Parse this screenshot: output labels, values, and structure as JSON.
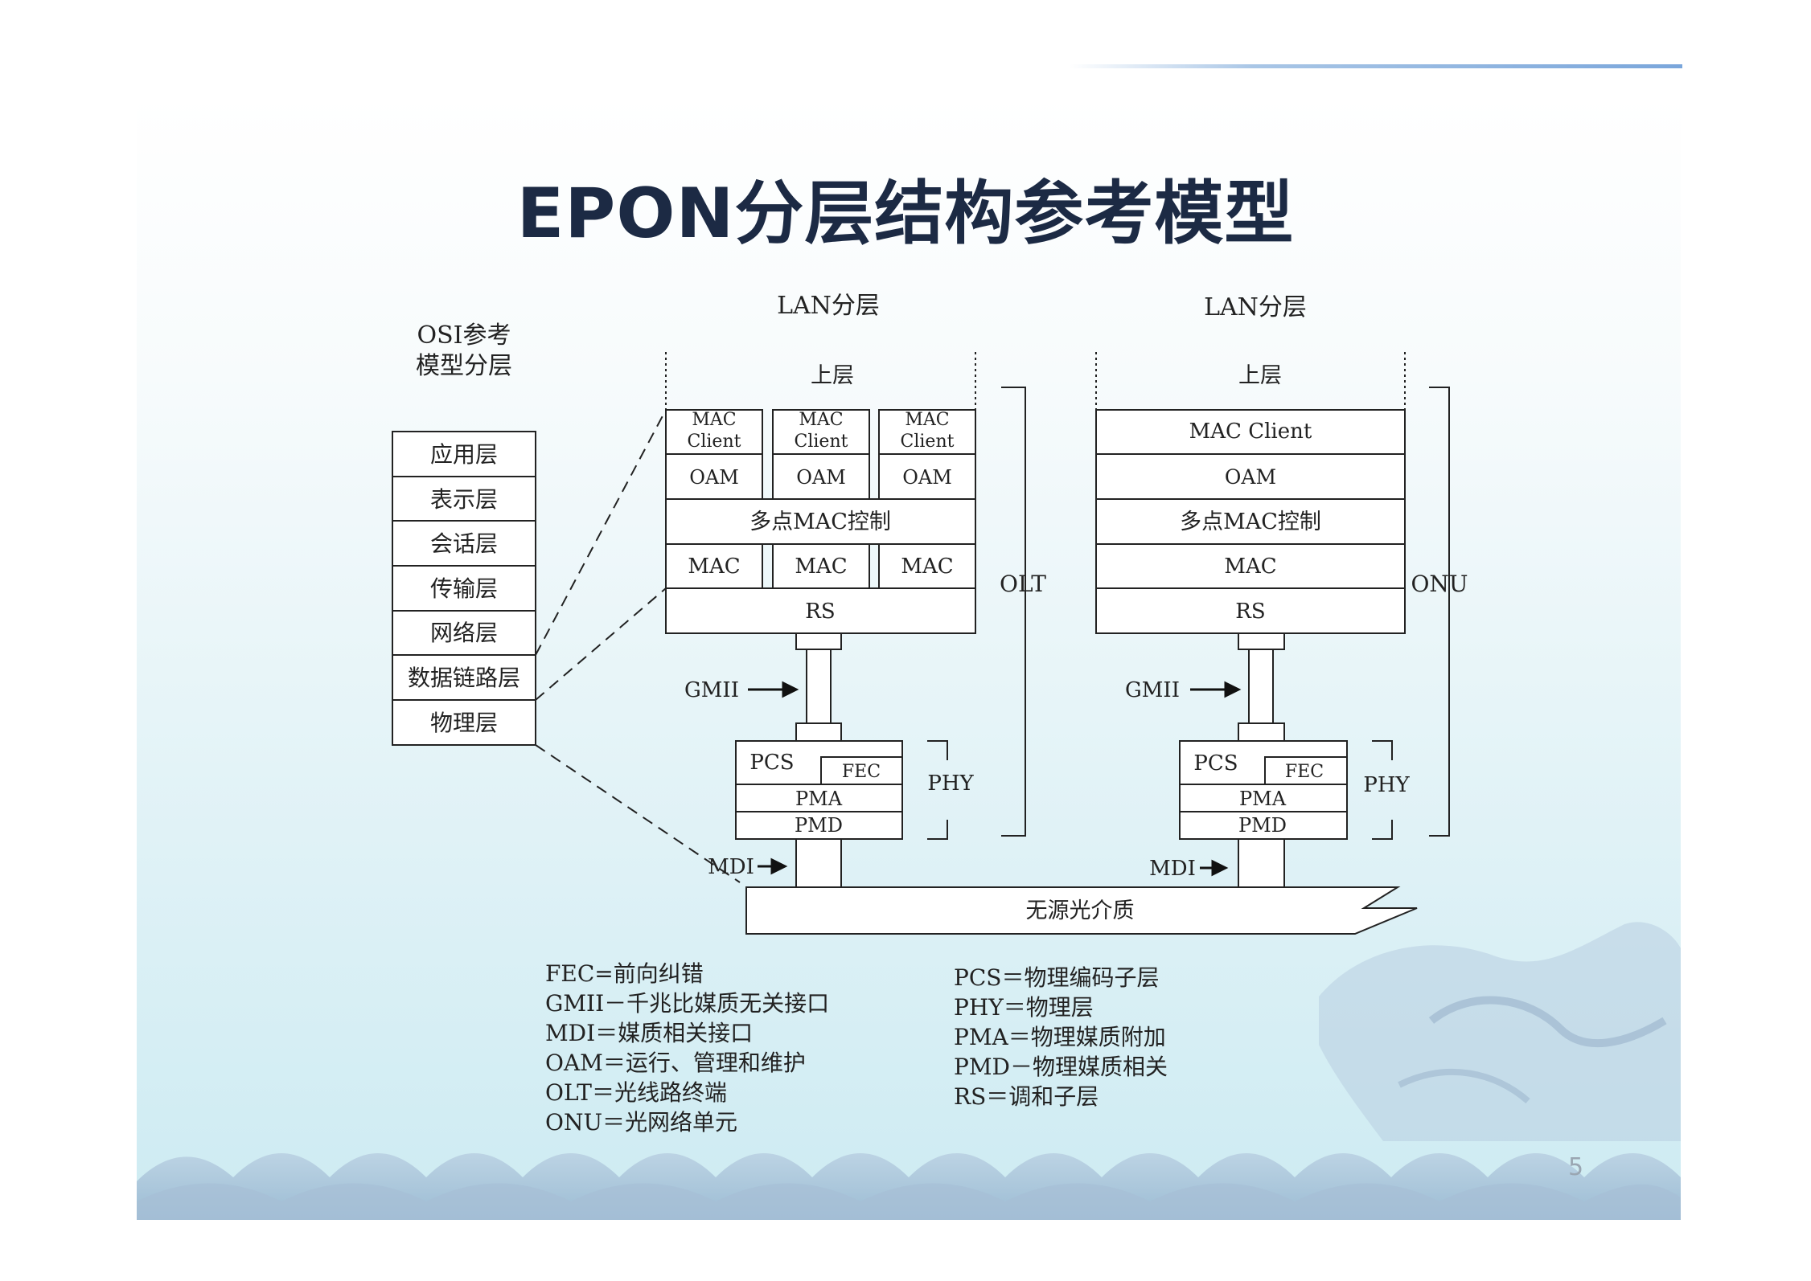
{
  "title": "EPON分层结构参考模型",
  "osi": {
    "heading": [
      "OSI参考",
      "模型分层"
    ],
    "layers": [
      "应用层",
      "表示层",
      "会话层",
      "传输层",
      "网络层",
      "数据链路层",
      "物理层"
    ]
  },
  "olt": {
    "lan_label": "LAN分层",
    "upper": "上层",
    "mac_client": "MAC\nClient",
    "oam": "OAM",
    "mpcp": "多点MAC控制",
    "mac": "MAC",
    "rs": "RS",
    "gmii": "GMII",
    "pcs": "PCS",
    "fec": "FEC",
    "pma": "PMA",
    "pmd": "PMD",
    "phy": "PHY",
    "mdi": "MDI",
    "side": "OLT"
  },
  "onu": {
    "lan_label": "LAN分层",
    "upper": "上层",
    "mac_client": "MAC Client",
    "oam": "OAM",
    "mpcp": "多点MAC控制",
    "mac": "MAC",
    "rs": "RS",
    "gmii": "GMII",
    "pcs": "PCS",
    "fec": "FEC",
    "pma": "PMA",
    "pmd": "PMD",
    "phy": "PHY",
    "mdi": "MDI",
    "side": "ONU"
  },
  "medium": "无源光介质",
  "legend_left": [
    "FEC=前向纠错",
    "GMII－千兆比媒质无关接口",
    "MDI＝媒质相关接口",
    "OAM＝运行、管理和维护",
    "OLT＝光线路终端",
    "ONU＝光网络单元"
  ],
  "legend_right": [
    "PCS＝物理编码子层",
    "PHY＝物理层",
    "PMA＝物理媒质附加",
    "PMD－物理媒质相关",
    "RS＝调和子层"
  ],
  "page_number": "5",
  "colors": {
    "title": "#1c2a44",
    "line": "#222222",
    "topline": "#7aa6db"
  }
}
